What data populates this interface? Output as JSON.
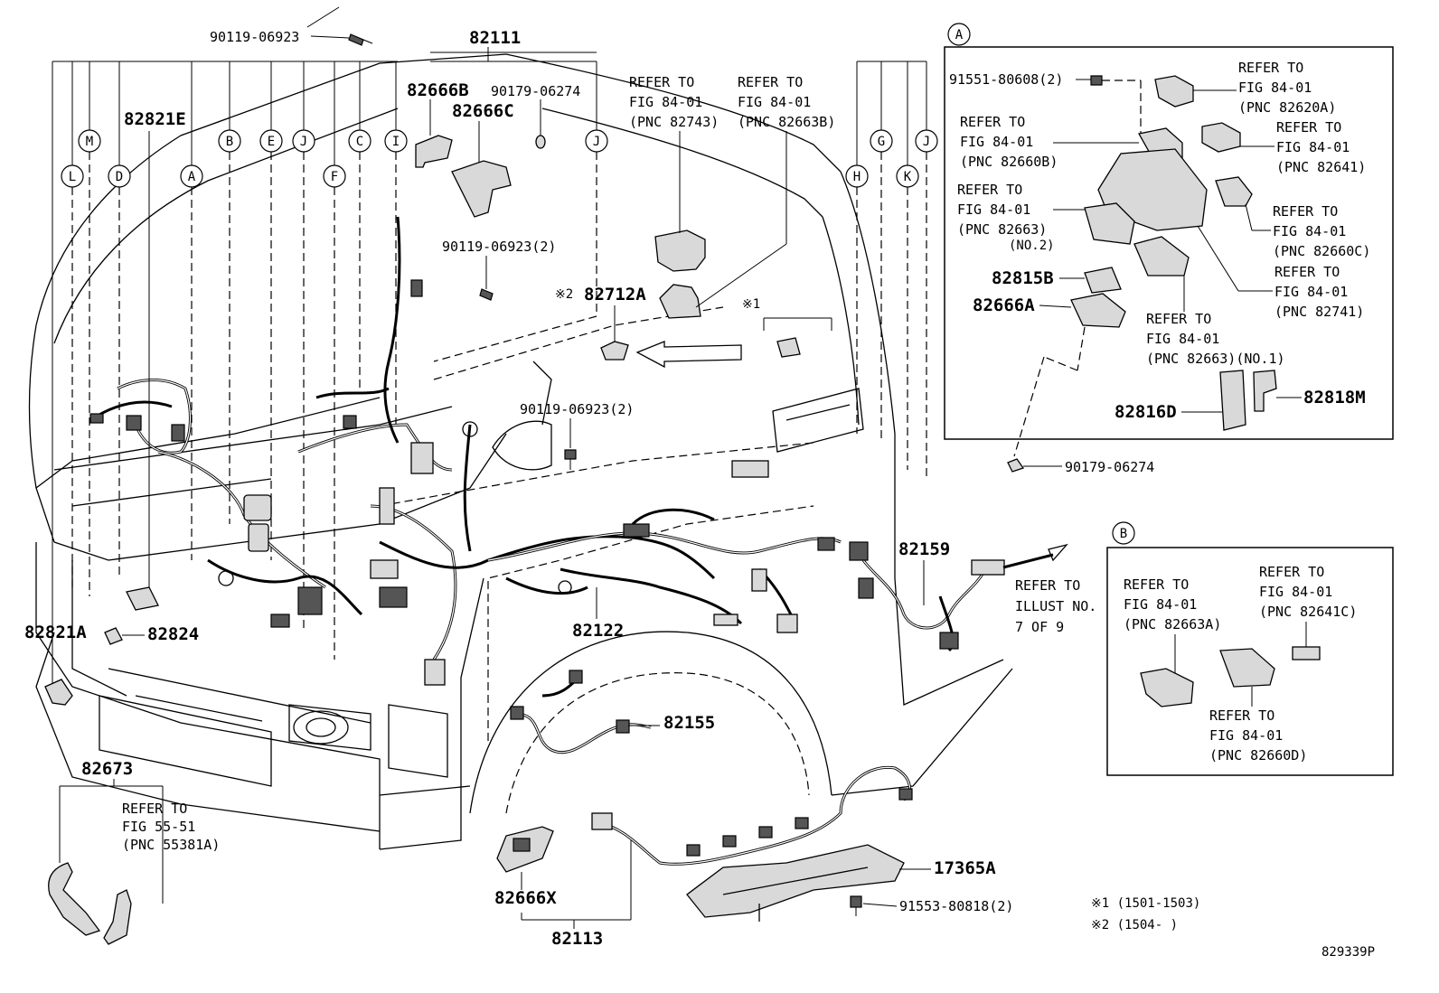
{
  "diagram_id": "829339P",
  "parts": {
    "p82111": "82111",
    "p82666B": "82666B",
    "p82666C": "82666C",
    "p82821E": "82821E",
    "p82821A": "82821A",
    "p82824": "82824",
    "p82712A": "82712A",
    "p82122": "82122",
    "p82155": "82155",
    "p82159": "82159",
    "p82673": "82673",
    "p82666X": "82666X",
    "p82113": "82113",
    "p17365A": "17365A",
    "p82815B": "82815B",
    "p82666A": "82666A",
    "p82816D": "82816D",
    "p82818M": "82818M"
  },
  "bolts": {
    "b1": "90119-06923",
    "b2": "90179-06274",
    "b3": "90119-06923(2)",
    "b4": "90119-06923(2)",
    "b5": "91551-80608(2)",
    "b6": "90179-06274",
    "b7": "91553-80818(2)"
  },
  "refs": {
    "r1": [
      "REFER TO",
      "FIG 84-01",
      "(PNC 82743)"
    ],
    "r2": [
      "REFER TO",
      "FIG 84-01",
      "(PNC 82663B)"
    ],
    "rA1": [
      "REFER TO",
      "FIG 84-01",
      "(PNC 82620A)"
    ],
    "rA2": [
      "REFER TO",
      "FIG 84-01",
      "(PNC 82660B)"
    ],
    "rA3": [
      "REFER TO",
      "FIG 84-01",
      "(PNC 82641)"
    ],
    "rA4": [
      "REFER TO",
      "FIG 84-01",
      "(PNC 82663)",
      "(NO.2)"
    ],
    "rA5": [
      "REFER TO",
      "FIG 84-01",
      "(PNC 82660C)"
    ],
    "rA6": [
      "REFER TO",
      "FIG 84-01",
      "(PNC 82741)"
    ],
    "rA7": [
      "REFER TO",
      "FIG 84-01",
      "(PNC 82663)(NO.1)"
    ],
    "rB1": [
      "REFER TO",
      "FIG 84-01",
      "(PNC 82663A)"
    ],
    "rB2": [
      "REFER TO",
      "FIG 84-01",
      "(PNC 82641C)"
    ],
    "rB3": [
      "REFER TO",
      "FIG 84-01",
      "(PNC 82660D)"
    ],
    "rFig55": [
      "REFER TO",
      "FIG 55-51",
      "(PNC 55381A)"
    ],
    "rIllust": [
      "REFER TO",
      "ILLUST NO.",
      "7 OF 9"
    ]
  },
  "callouts": {
    "top_left_row": [
      "L",
      "M",
      "D",
      "A",
      "B",
      "E",
      "J",
      "F",
      "C",
      "I"
    ],
    "top_mid": "J",
    "top_right_row": [
      "H",
      "G",
      "K",
      "J"
    ],
    "inset_a": "A",
    "inset_b": "B"
  },
  "notes": {
    "mark1": "※1",
    "mark2": "※2",
    "note1": "※1 (1501-1503)",
    "note2": "※2 (1504-      )"
  }
}
